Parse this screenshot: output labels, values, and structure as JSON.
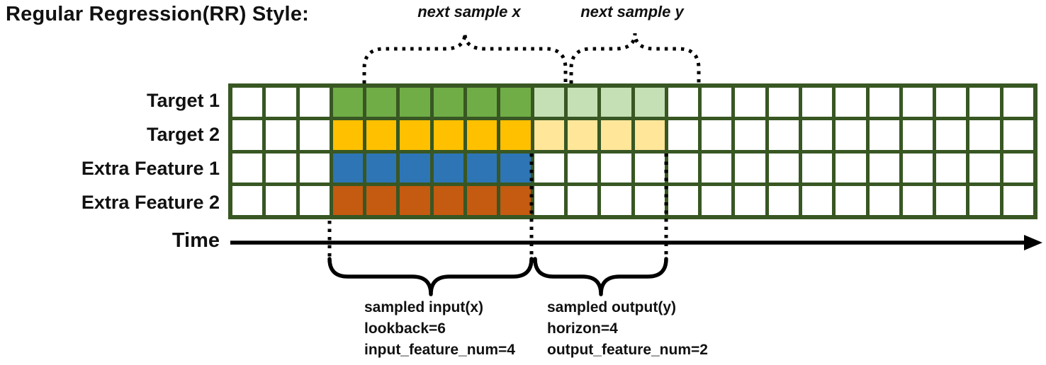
{
  "title": "Regular Regression(RR) Style:",
  "annotations": {
    "next_sample_x": "next sample x",
    "next_sample_y": "next sample y",
    "time_label": "Time",
    "input_block": {
      "line1": "sampled input(x)",
      "line2": "lookback=6",
      "line3": "input_feature_num=4"
    },
    "output_block": {
      "line1": "sampled output(y)",
      "line2": "horizon=4",
      "line3": "output_feature_num=2"
    }
  },
  "grid": {
    "total_cols": 24,
    "lead_white_cols": 3,
    "input_cols": 6,
    "output_cols": 4,
    "cell_color": "#FFFFFF",
    "line_color": "#385723",
    "rows": [
      {
        "label": "Target 1",
        "input_color": "#70AD47",
        "output_color": "#C5E0B4"
      },
      {
        "label": "Target 2",
        "input_color": "#FFC000",
        "output_color": "#FFE699"
      },
      {
        "label": "Extra Feature 1",
        "input_color": "#2E75B6",
        "output_color": null
      },
      {
        "label": "Extra Feature 2",
        "input_color": "#C55A11",
        "output_color": null
      }
    ]
  },
  "colors": {
    "grid_line": "#385723",
    "input_target1": "#70AD47",
    "input_target2": "#FFC000",
    "input_extra1": "#2E75B6",
    "input_extra2": "#C55A11",
    "output_target1": "#C5E0B4",
    "output_target2": "#FFE699",
    "annotation": "#000000"
  }
}
